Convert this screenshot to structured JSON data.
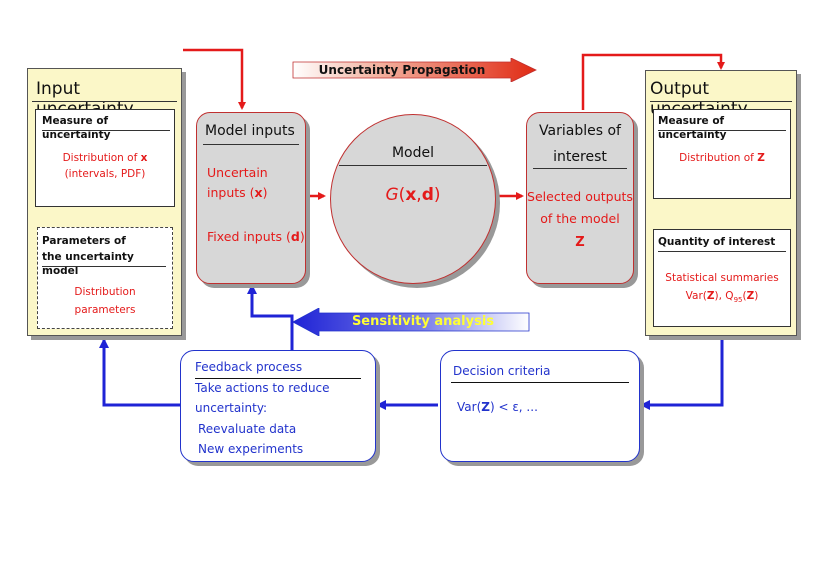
{
  "banners": {
    "propagation": "Uncertainty Propagation",
    "sensitivity": "Sensitivity analysis"
  },
  "input_panel": {
    "title": "Input uncertainty",
    "measure_box": {
      "heading": "Measure of uncertainty",
      "line1_prefix": "Distribution of ",
      "line1_var": "x",
      "line2": "(intervals, PDF)"
    },
    "params_box": {
      "heading_line1": "Parameters of",
      "heading_line2": "the uncertainty model",
      "line1": "Distribution",
      "line2": "parameters"
    }
  },
  "model_inputs": {
    "title": "Model inputs",
    "uncertain_line1": "Uncertain",
    "uncertain_line2_prefix": "inputs (",
    "uncertain_var": "x",
    "uncertain_suffix": ")",
    "fixed_prefix": "Fixed inputs (",
    "fixed_var": "d",
    "fixed_suffix": ")"
  },
  "model": {
    "title": "Model",
    "func": "G",
    "open": "(",
    "arg1": "x",
    "comma": ",",
    "arg2": "d",
    "close": ")"
  },
  "variables": {
    "title_line1": "Variables of",
    "title_line2": "interest",
    "line1": "Selected outputs",
    "line2": "of the model",
    "var": "Z"
  },
  "output_panel": {
    "title": "Output uncertainty",
    "measure_box": {
      "heading": "Measure of uncertainty",
      "line_prefix": "Distribution of ",
      "line_var": "Z"
    },
    "quantity_box": {
      "heading": "Quantity of interest",
      "line1": "Statistical summaries",
      "var_prefix": "Var(",
      "var_z": "Z",
      "var_sep": "), Q",
      "q_sub": "95",
      "q_open": "(",
      "q_z": "Z",
      "q_close": ")"
    }
  },
  "feedback": {
    "title": "Feedback process",
    "line1": "Take actions to reduce",
    "line2": "uncertainty:",
    "line3": "Reevaluate data",
    "line4": "New experiments"
  },
  "decision": {
    "title": "Decision criteria",
    "prefix": "Var(",
    "var": "Z",
    "suffix": ") < ε, ..."
  },
  "colors": {
    "forward_arrow": "#e41a1a",
    "feedback_arrow": "#1f23d6",
    "panel_fill": "#fbf7c8",
    "node_fill": "#d7d7d7",
    "banner_label_sensitivity": "#ffff33"
  }
}
